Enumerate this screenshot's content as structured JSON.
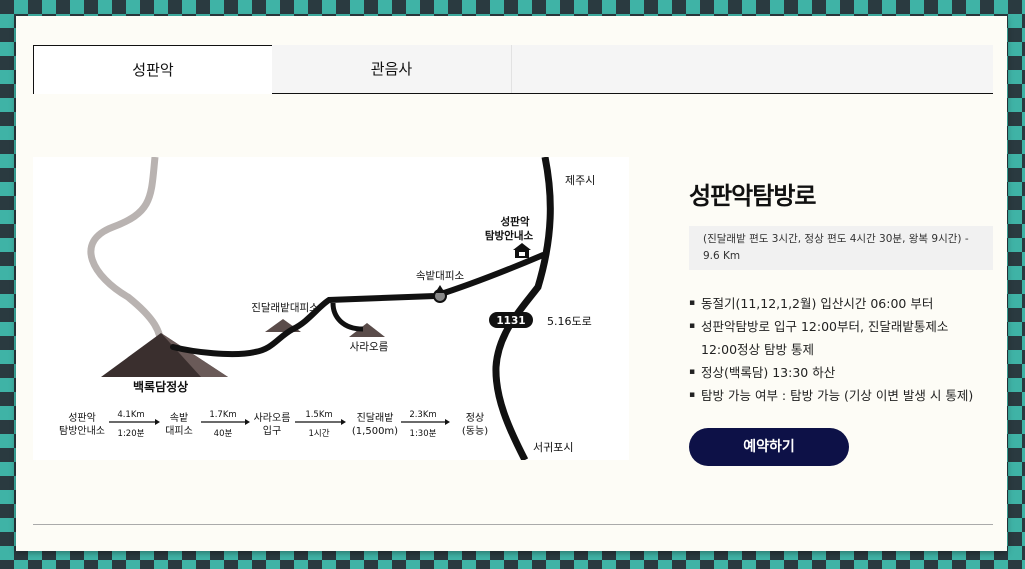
{
  "tabs": [
    {
      "label": "성판악",
      "active": true
    },
    {
      "label": "관음사",
      "active": false
    }
  ],
  "map": {
    "city_north": "제주시",
    "city_south": "서귀포시",
    "visitor_center": [
      "성판악",
      "탐방안내소"
    ],
    "rest_area": "속밭대피소",
    "jindallae_shelter": "진달래밭대피소",
    "sara_oreum": "사라오름",
    "summit": "백록담정상",
    "road_number": "1131",
    "road_name": "5.16도로",
    "route_strip": [
      {
        "name": [
          "성판악",
          "탐방안내소"
        ]
      },
      {
        "dist": "4.1Km",
        "time": "1:20분"
      },
      {
        "name": [
          "속밭",
          "대피소"
        ]
      },
      {
        "dist": "1.7Km",
        "time": "40분"
      },
      {
        "name": [
          "사라오름",
          "입구"
        ]
      },
      {
        "dist": "1.5Km",
        "time": "1시간"
      },
      {
        "name": [
          "진달래밭",
          "(1,500m)"
        ]
      },
      {
        "dist": "2.3Km",
        "time": "1:30분"
      },
      {
        "name": [
          "정상",
          "(동능)"
        ]
      }
    ]
  },
  "info": {
    "title": "성판악탐방로",
    "summary": "(진달래밭 편도 3시간, 정상 편도 4시간 30분, 왕복 9시간) - 9.6 Km",
    "notes": [
      "동절기(11,12,1,2월) 입산시간 06:00 부터",
      "성판악탐방로 입구 12:00부터, 진달래밭통제소",
      "12:00정상 탐방 통제",
      "정상(백록담) 13:30 하산",
      "탐방 가능 여부 : 탐방 가능 (기상 이변 발생 시 통제)"
    ],
    "reserve_label": "예약하기"
  },
  "colors": {
    "accent": "#0d1147",
    "pattern_teal": "#3fb3a6",
    "pattern_dark": "#2a3a40"
  }
}
